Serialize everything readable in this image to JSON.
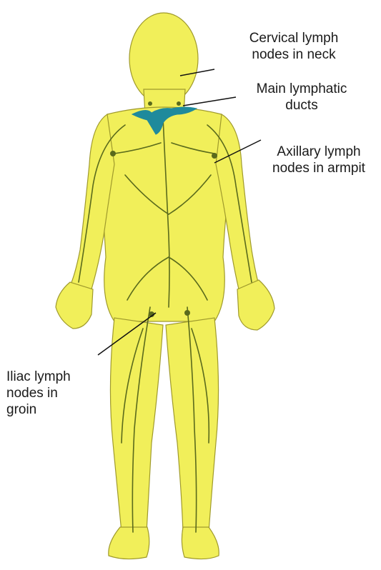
{
  "colors": {
    "body_fill": "#f1ef5a",
    "body_outline": "#9f9a2c",
    "lymph_vessel": "#5a6a1c",
    "duct": "#1f8a9c",
    "leader_line": "#111111"
  },
  "labels": {
    "cervical": {
      "line1": "Cervical lymph",
      "line2": "nodes in neck"
    },
    "ducts": {
      "line1": "Main lymphatic",
      "line2": "ducts"
    },
    "axillary": {
      "line1": "Axillary lymph",
      "line2": "nodes in armpit"
    },
    "iliac": {
      "line1": "Iliac lymph",
      "line2": "nodes in",
      "line3": "groin"
    }
  }
}
